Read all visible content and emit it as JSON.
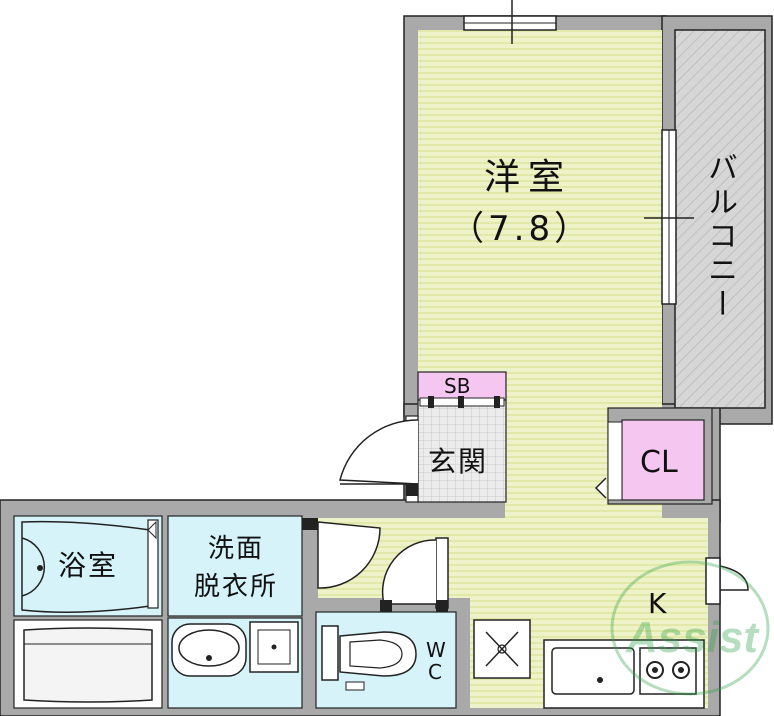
{
  "rooms": {
    "western_room": {
      "name": "洋室",
      "size": "（7.8）"
    },
    "balcony": "バルコニー",
    "storage_box": "SB",
    "entrance": "玄関",
    "closet": "CL",
    "bathroom": "浴室",
    "washroom": {
      "line1": "洗面",
      "line2": "脱衣所"
    },
    "toilet": {
      "w": "W",
      "c": "C"
    },
    "kitchen": "K"
  },
  "watermark": "Assist",
  "colors": {
    "wall": "#a9a9a9",
    "western_room_floor": "#eef2c8",
    "floor_stripe": "#e3e9ad",
    "wet_area": "#d5f3f8",
    "storage": "#f5c6f0",
    "wall_outline": "#222222"
  }
}
